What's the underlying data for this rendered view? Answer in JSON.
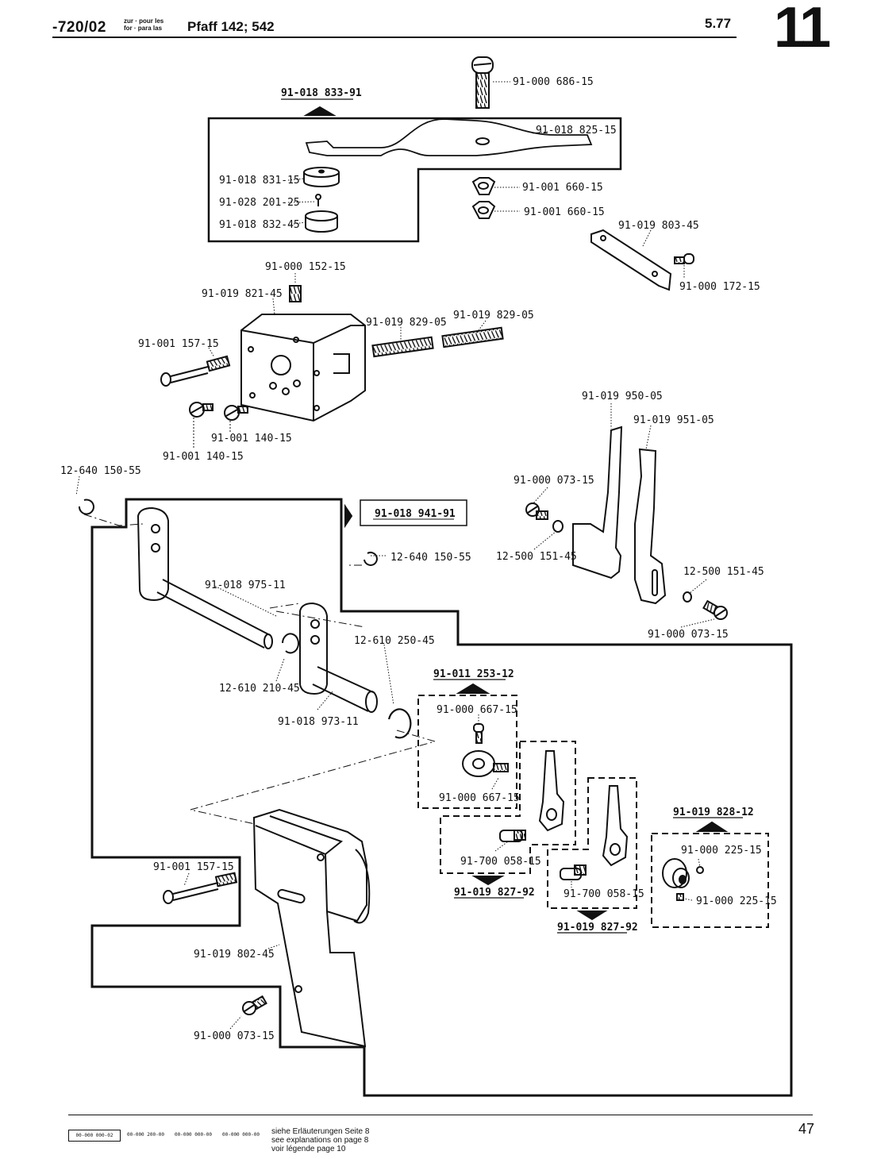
{
  "header": {
    "doc_code": "-720/02",
    "small_lines": [
      "zur · pour les",
      "for · para las"
    ],
    "model": "Pfaff 142; 542",
    "date": "5.77",
    "section_number": "11"
  },
  "assemblies": [
    "91-018 833-91",
    "91-018 941-91",
    "91-011 253-12",
    "91-019 827-92",
    "91-019 827-92",
    "91-019 828-12"
  ],
  "parts": [
    "91-000 686-15",
    "91-018 825-15",
    "91-018 831-15",
    "91-028 201-25",
    "91-018 832-45",
    "91-001 660-15",
    "91-001 660-15",
    "91-019 803-45",
    "91-000 172-15",
    "91-000 152-15",
    "91-019 821-45",
    "91-019 829-05",
    "91-019 829-05",
    "91-001 157-15",
    "91-001 140-15",
    "91-001 140-15",
    "12-640 150-55",
    "12-640 150-55",
    "91-018 975-11",
    "12-610 250-45",
    "12-610 210-45",
    "91-018 973-11",
    "91-000 667-15",
    "91-000 667-15",
    "91-700 058-15",
    "91-700 058-15",
    "91-000 225-15",
    "91-000 225-15",
    "91-001 157-15",
    "91-019 802-45",
    "91-000 073-15",
    "91-019 950-05",
    "91-019 951-05",
    "91-000 073-15",
    "12-500 151-45",
    "12-500 151-45",
    "91-000 073-15"
  ],
  "footer": {
    "box_code": "00-000 000-02",
    "codes": [
      "00-000 200-00",
      "00-000 000-00",
      "00-000 000-00"
    ],
    "lines": [
      "siehe Erläuterungen Seite 8",
      "see explanations on page 8",
      "voir légende page 10"
    ],
    "page": "47"
  }
}
